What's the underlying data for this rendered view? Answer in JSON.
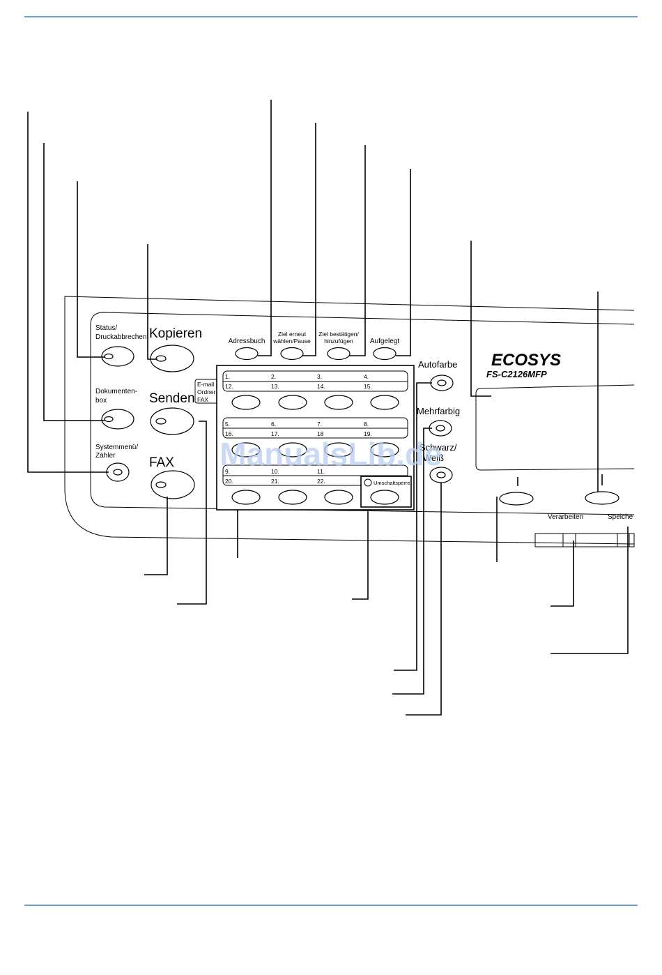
{
  "colors": {
    "rule": "#3a7ec0",
    "watermark": "#b8cdf0",
    "ink": "#000000"
  },
  "panel": {
    "left_keys": [
      {
        "name": "status",
        "line1": "Status/",
        "line2": "Druckabbrechen"
      },
      {
        "name": "document-box",
        "line1": "Dokumenten-",
        "line2": "box"
      },
      {
        "name": "system-menu",
        "line1": "Systemmenü/",
        "line2": "Zähler"
      }
    ],
    "mode_keys": {
      "copy": "Kopieren",
      "send": "Senden",
      "fax": "FAX"
    },
    "send_tag": [
      "E-mail",
      "Ordner",
      "FAX"
    ],
    "top_keys": [
      {
        "name": "address-book",
        "lines": [
          "Adressbuch"
        ]
      },
      {
        "name": "redial-pause",
        "lines": [
          "Ziel erneut",
          "wählen/Pause"
        ]
      },
      {
        "name": "confirm-add-destination",
        "lines": [
          "Ziel bestätigen/",
          "hinzufügen"
        ]
      },
      {
        "name": "on-hook",
        "lines": [
          "Aufgelegt"
        ]
      }
    ],
    "one_touch_rows": [
      {
        "top": [
          "1.",
          "2.",
          "3.",
          "4."
        ],
        "bottom": [
          "12.",
          "13.",
          "14.",
          "15."
        ]
      },
      {
        "top": [
          "5.",
          "6.",
          "7.",
          "8."
        ],
        "bottom": [
          "16.",
          "17.",
          "18",
          "19."
        ]
      },
      {
        "top": [
          "9.",
          "10.",
          "11."
        ],
        "bottom": [
          "20.",
          "21.",
          "22."
        ]
      }
    ],
    "shift_lock": "Umschaltsperre",
    "color_keys": [
      "Autofarbe",
      "Mehrfarbig",
      "Schwarz/",
      "Weiß"
    ],
    "brand": {
      "logo": "ECOSYS",
      "model": "FS-C2126MFP"
    },
    "softkey_labels": [
      "Verarbeiten",
      "Speiche"
    ]
  },
  "watermark": "ManualsLib.de"
}
